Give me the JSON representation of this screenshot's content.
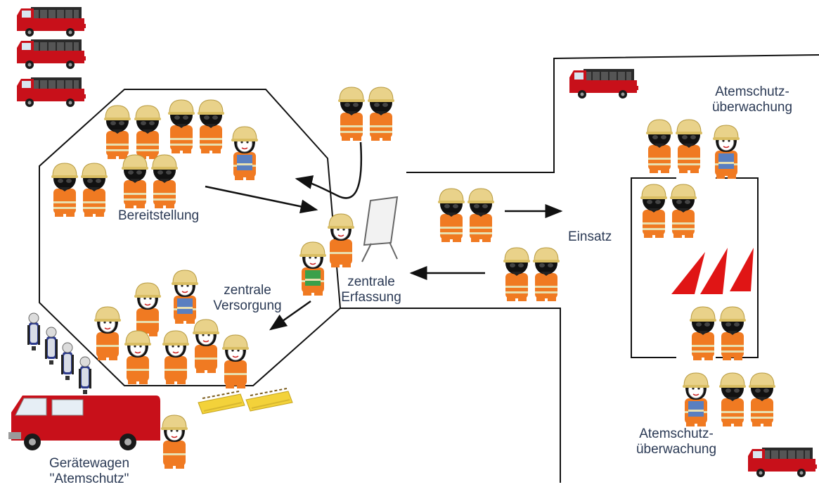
{
  "labels": {
    "bereitstellung": "Bereitstellung",
    "zentrale_versorgung_1": "zentrale",
    "zentrale_versorgung_2": "Versorgung",
    "zentrale_erfassung_1": "zentrale",
    "zentrale_erfassung_2": "Erfassung",
    "einsatz": "Einsatz",
    "atemschutz_top_1": "Atemschutz-",
    "atemschutz_top_2": "überwachung",
    "atemschutz_bottom_1": "Atemschutz-",
    "atemschutz_bottom_2": "überwachung",
    "geraetewagen_1": "Gerätewagen",
    "geraetewagen_2": "\"Atemschutz\""
  },
  "colors": {
    "uniform": "#f07a22",
    "helmet": "#e9d28a",
    "mask": "#111111",
    "truck_red": "#c8101a",
    "truck_dark": "#2a2a2a",
    "cone_red": "#e01515",
    "vest_blue": "#5a7fc0",
    "vest_green": "#3aa04a",
    "line": "#111111",
    "text": "#2b3a55"
  },
  "icons": {
    "firefighter_masked": "firefighter-respirator-icon",
    "firefighter_open": "firefighter-icon",
    "fire_truck": "fire-truck-icon",
    "van": "equipment-van-icon",
    "flipchart": "flipchart-icon",
    "cone": "traffic-cone-icon",
    "breathing_apparatus": "breathing-apparatus-icon",
    "cylinder_rack": "air-cylinder-rack-icon"
  }
}
